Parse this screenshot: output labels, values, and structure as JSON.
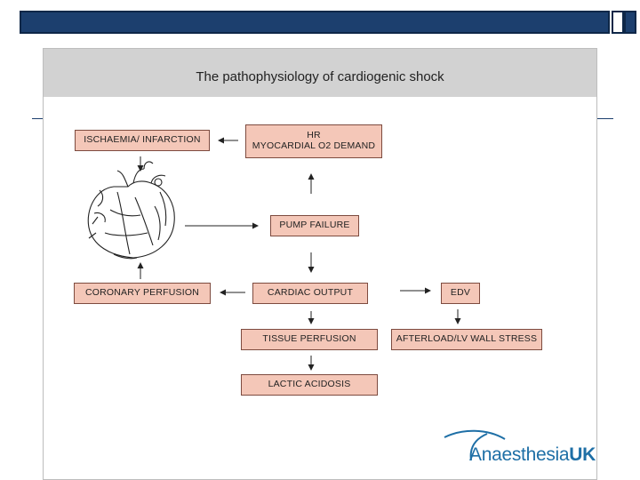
{
  "slide": {
    "title": "The pathophysiology of cardiogenic shock"
  },
  "diagram": {
    "boxes": {
      "ischaemia": "ISCHAEMIA/ INFARCTION",
      "hr_line1": "HR",
      "hr_line2": "MYOCARDIAL O2 DEMAND",
      "pump_failure": "PUMP FAILURE",
      "coronary_perfusion": "CORONARY PERFUSION",
      "cardiac_output": "CARDIAC OUTPUT",
      "edv": "EDV",
      "tissue_perfusion": "TISSUE PERFUSION",
      "afterload": "AFTERLOAD/LV WALL STRESS",
      "lactic_acidosis": "LACTIC ACIDOSIS"
    }
  },
  "logo": {
    "text_main": "Anaesthesia",
    "text_suffix": "UK"
  },
  "colors": {
    "box_fill": "#f4c7b8",
    "header_gray": "#d2d2d2",
    "top_bar": "#1c3f6e",
    "logo_blue": "#1e6fa6"
  }
}
